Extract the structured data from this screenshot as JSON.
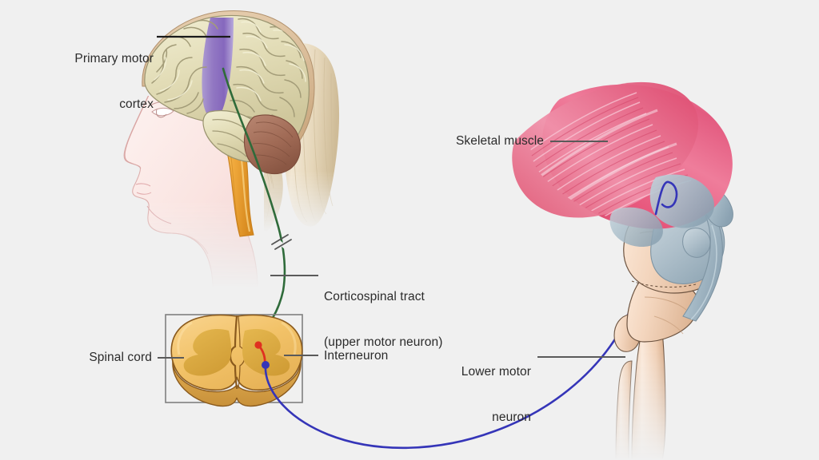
{
  "figure": {
    "title": "Corticospinal tract and lower motor neuron reflex pathway",
    "background_color": "#f0f0f0"
  },
  "labels": {
    "primary_motor_cortex": {
      "line1": "Primary motor",
      "line2": "cortex"
    },
    "corticospinal_tract": {
      "line1": "Corticospinal tract",
      "line2": "(upper motor neuron)"
    },
    "spinal_cord": "Spinal cord",
    "interneuron": "Interneuron",
    "skeletal_muscle": "Skeletal muscle",
    "lower_motor_neuron": {
      "line1": "Lower motor",
      "line2": "neuron"
    }
  },
  "colors": {
    "background": "#f0f0f0",
    "label_text": "#2b2b2b",
    "leader_line": "#5a5a5a",
    "leader_line_dark": "#1a1a1a",
    "motor_cortex_purple": "#8b6fc4",
    "brain_gyri": "#ddd9b4",
    "brain_gyri_light": "#efeccd",
    "brain_outline": "#9a9470",
    "skull_tan": "#d9bb96",
    "cerebellum_brown": "#a7715c",
    "brainstem_orange": "#f0a93c",
    "brainstem_orange_dark": "#d98c22",
    "skin_pink": "#fae6e4",
    "skin_outline": "#d8a8a6",
    "hair_blonde": "#e9dcc4",
    "hair_blonde_dark": "#cdbb9a",
    "corticospinal_green": "#2f6b3a",
    "interneuron_red": "#e03020",
    "lower_motor_blue": "#3535b8",
    "spinal_cord_fill": "#f2c268",
    "spinal_gray_matter": "#dba83f",
    "spinal_rim": "#d3a049",
    "spinal_outline": "#8a5a1d",
    "muscle_pink": "#e8597e",
    "muscle_pink_light": "#f4a8bd",
    "muscle_pink_deep": "#d2425f",
    "tendon_blue_gray": "#a8bcc8",
    "tendon_blue_gray_dark": "#8aa3b3",
    "bone_cream": "#f3d5bd",
    "bone_cream_dark": "#dcb393",
    "bone_outline": "#6d5441",
    "box_stroke": "#808080"
  },
  "annotations": {
    "nerve_break_marker": "axon interruption hash marks on corticospinal tract",
    "synapse_dot_upper": "green-to-red synapse node",
    "synapse_dot_lower": "red-to-blue synapse node"
  },
  "structures": {
    "head": "female head in left-facing profile with blonde ponytail",
    "brain": "sagittal cerebrum with highlighted precentral gyrus, cerebellum and brainstem",
    "spinal_cord": "spinal cord cross-section with butterfly-shaped gray matter",
    "knee": "flexed knee joint with femur, tibia, fibula, patellar tendon and ligaments",
    "muscle": "skeletal muscle fanning upward with striated fibers"
  }
}
